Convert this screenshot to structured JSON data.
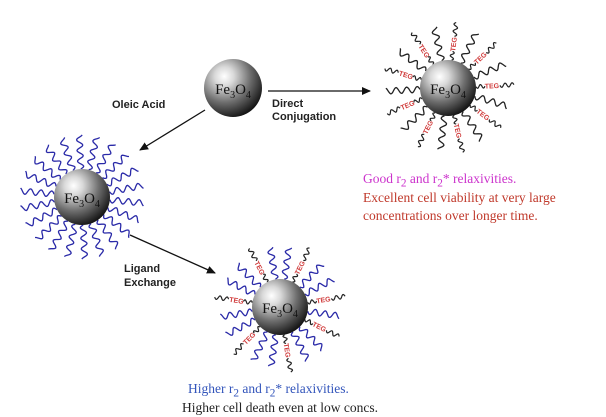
{
  "colors": {
    "ligand_wave": "#2a2aa8",
    "teg_chain": "#222222",
    "teg_text": "#d03a3a",
    "good_line": "#cc33cc",
    "excellent_text": "#c0392b",
    "higher_relax": "#3355bb",
    "higher_death": "#222222"
  },
  "core": {
    "formula": "Fe",
    "sub": "3",
    "o": "O",
    "sub2": "4"
  },
  "arrows": {
    "oleic_acid": "Oleic Acid",
    "direct": [
      "Direct",
      "Conjugation"
    ],
    "ligand": [
      "Ligand",
      "Exchange"
    ]
  },
  "teg_label": "TEG",
  "notes": {
    "teg_particle": {
      "line1": {
        "a": "Good r",
        "s1": "2",
        "b": " and r",
        "s2": "2",
        "c": "* relaxivities."
      },
      "line2": "Excellent cell viability at very large",
      "line3": "concentrations over longer time."
    },
    "mixed_particle": {
      "line1": {
        "a": "Higher r",
        "s1": "2",
        "b": " and r",
        "s2": "2",
        "c": "* relaxivities."
      },
      "line2": "Higher cell death even at low concs."
    }
  }
}
